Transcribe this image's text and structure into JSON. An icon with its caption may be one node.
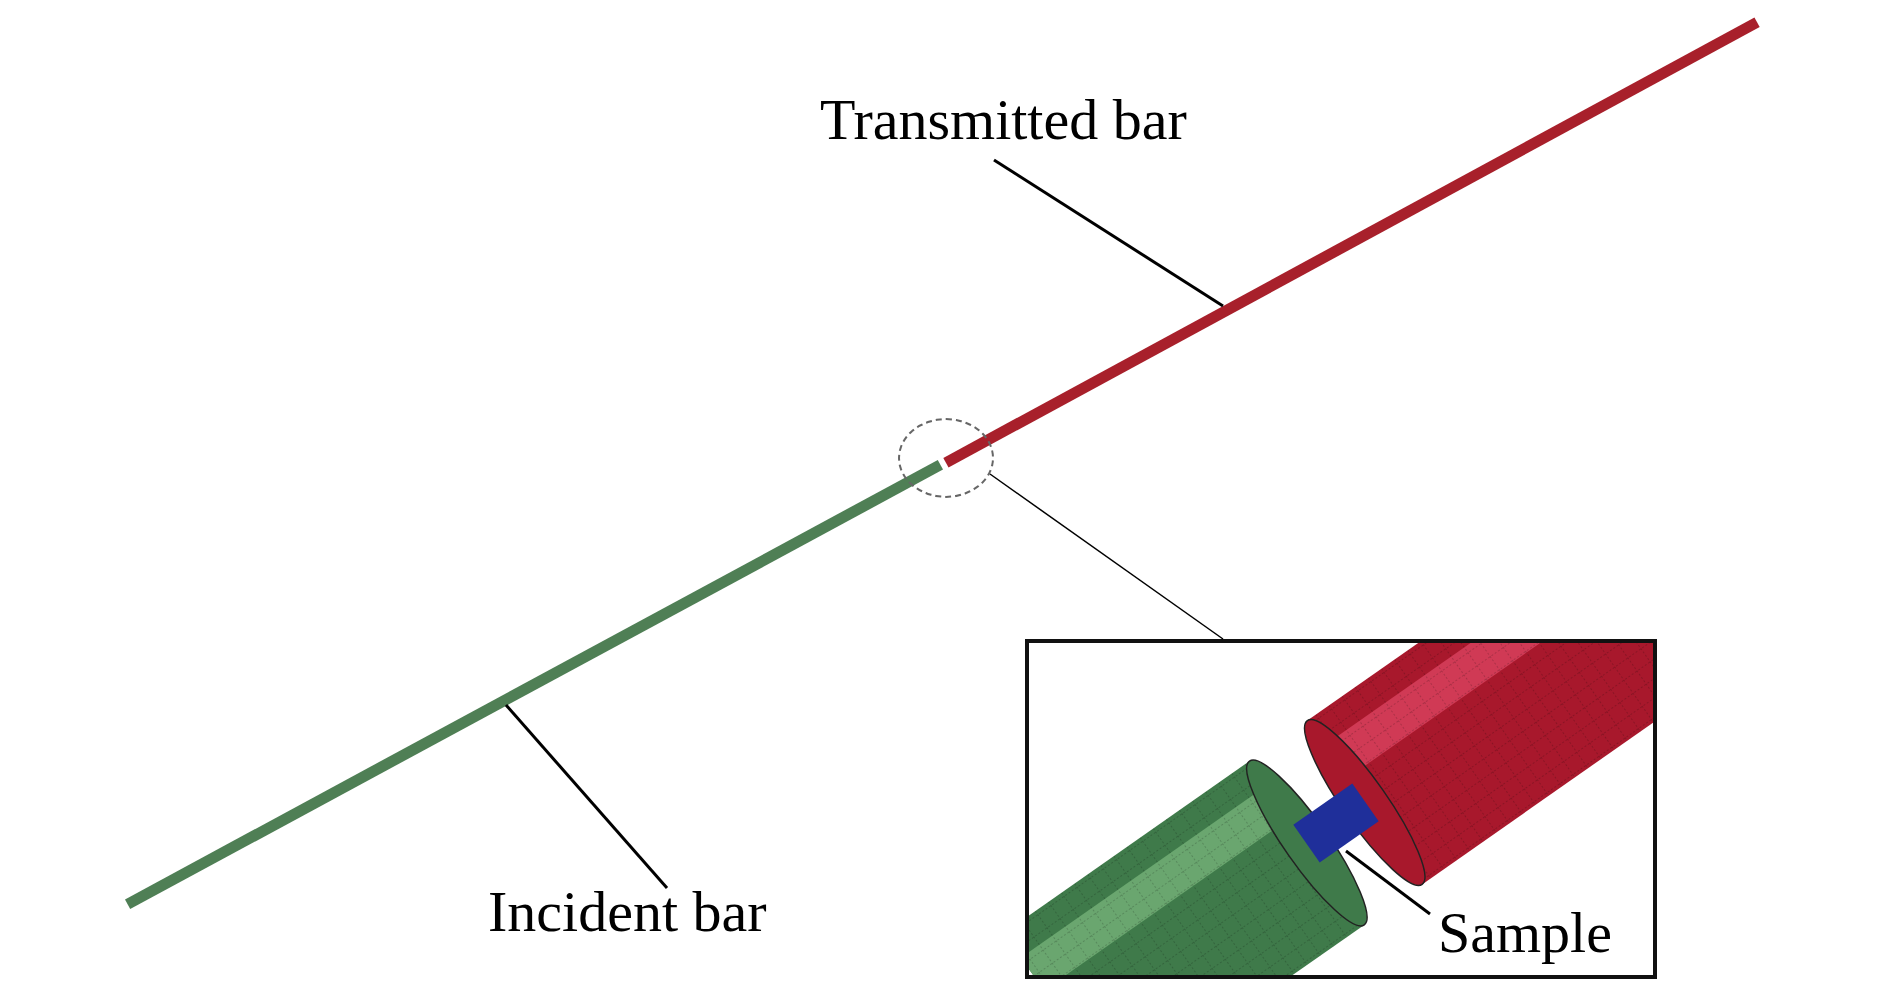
{
  "diagram": {
    "nodes": [
      {
        "text": [
          "Transmitted bar"
        ]
      },
      {
        "text": [],
        "shape": "bar"
      },
      {
        "text": [
          "Incident bar"
        ]
      },
      {
        "text": [],
        "shape": "bar"
      },
      {
        "text": [],
        "shape": "circle"
      },
      {
        "text": [],
        "shape": "box"
      },
      {
        "text": [
          "Sample"
        ],
        "in": 5
      },
      {
        "text": [],
        "shape": "bar",
        "in": 5
      }
    ],
    "edges": [
      {
        "from": 0,
        "to": 1,
        "arrow": "none"
      },
      {
        "from": 2,
        "to": 3,
        "arrow": "none"
      },
      {
        "from": 4,
        "to": 5,
        "arrow": "none"
      },
      {
        "from": 6,
        "to": 7,
        "arrow": "none"
      }
    ]
  }
}
